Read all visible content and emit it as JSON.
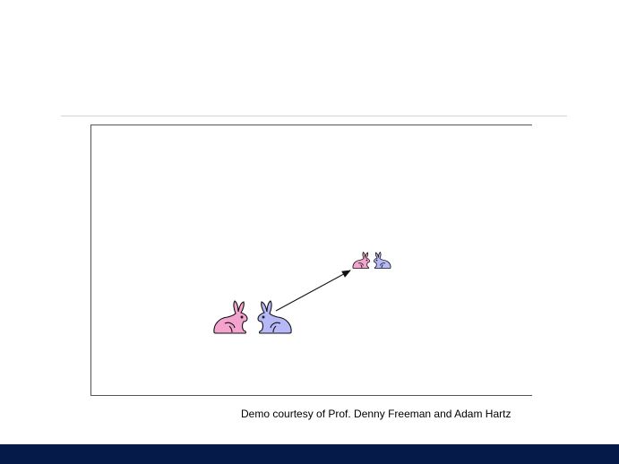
{
  "slide": {
    "credit": "Demo courtesy of Prof. Denny Freeman and Adam Hartz"
  },
  "demo": {
    "near_pair": [
      "pink-rabbit",
      "blue-rabbit"
    ],
    "far_pair": [
      "pink-rabbit",
      "blue-rabbit"
    ],
    "arrow": "pointer from the near blue rabbit to the far rabbit pair"
  },
  "colors": {
    "pink_rabbit": "#f4a3cf",
    "blue_rabbit": "#b6b8f8",
    "outline": "#111111",
    "footer": "#061a4a",
    "rule": "#d4d4d4",
    "frame": "#555555"
  }
}
